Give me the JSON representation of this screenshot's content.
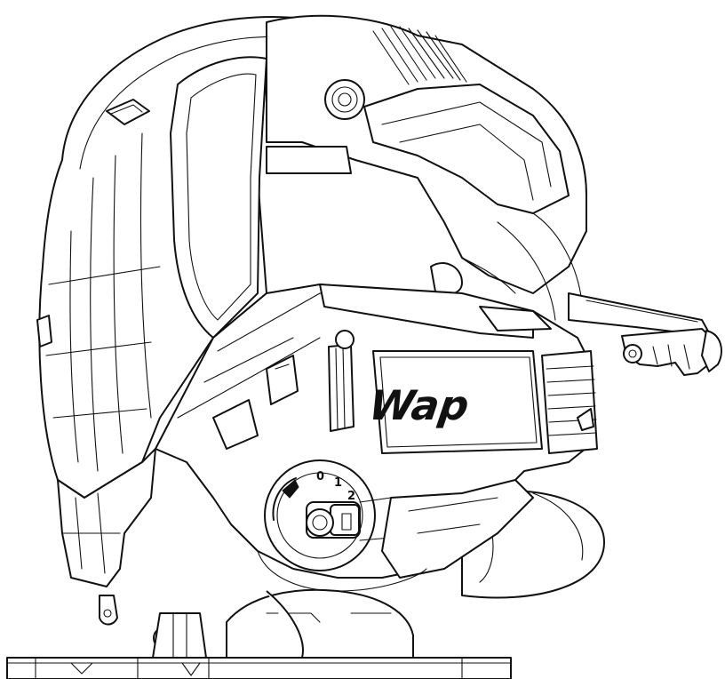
{
  "brand": {
    "logo_text": "Wap"
  },
  "speed_dial": {
    "labels": [
      "0",
      "1",
      "2"
    ]
  },
  "icons": {
    "logo": "wap-logo",
    "dial": "speed-dial-icon",
    "switch": "pendulum-switch-icon",
    "cord": "power-cord-icon"
  }
}
